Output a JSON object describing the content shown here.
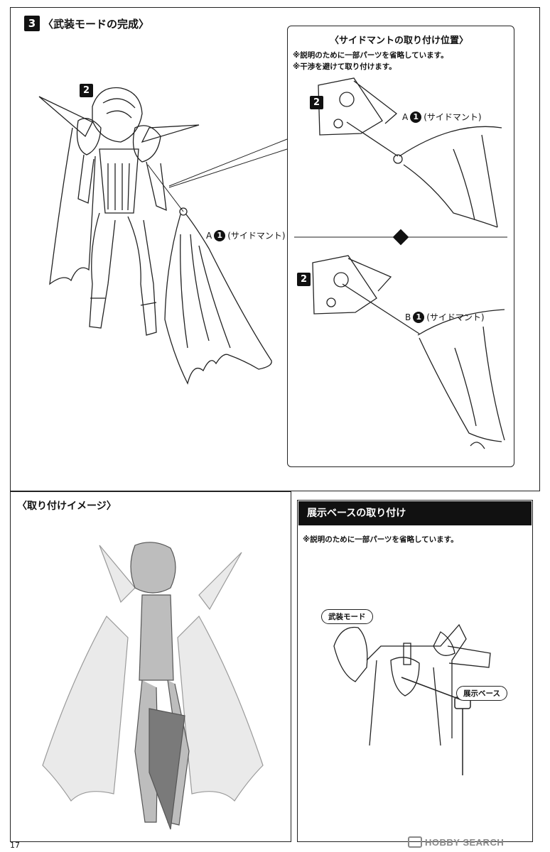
{
  "step": {
    "number": "3",
    "title": "〈武装モードの完成〉",
    "part_badge": "2",
    "label_letter": "A",
    "label_circle": "1",
    "label_text": "(サイドマント)"
  },
  "inset": {
    "title": "〈サイドマントの取り付け位置〉",
    "note1": "※説明のために一部パーツを省略しています。",
    "note2": "※干渉を避けて取り付けます。",
    "top": {
      "badge": "2",
      "letter": "A",
      "circle": "1",
      "text": "(サイドマント)"
    },
    "bottom": {
      "badge": "2",
      "letter": "B",
      "circle": "1",
      "text": "(サイドマント)"
    }
  },
  "image_section": {
    "title": "〈取り付けイメージ〉"
  },
  "base_section": {
    "header": "展示ベースの取り付け",
    "note": "※説明のために一部パーツを省略しています。",
    "mode_label": "武装モード",
    "base_label": "展示ベース"
  },
  "page_number": "17",
  "watermark": "HOBBY SEARCH",
  "colors": {
    "ink": "#111111",
    "inset_fill": "#ffffff",
    "photo_gray": "#9a9a9a"
  }
}
